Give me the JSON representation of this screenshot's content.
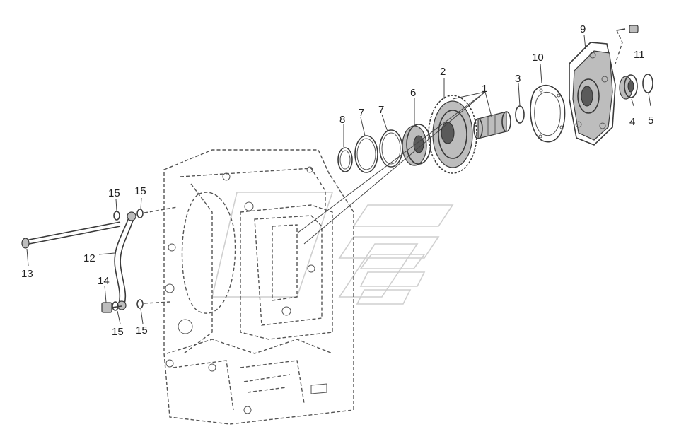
{
  "callouts": [
    {
      "id": "c1",
      "text": "1"
    },
    {
      "id": "c2",
      "text": "2"
    },
    {
      "id": "c3",
      "text": "3"
    },
    {
      "id": "c4",
      "text": "4"
    },
    {
      "id": "c5",
      "text": "5"
    },
    {
      "id": "c6",
      "text": "6"
    },
    {
      "id": "c7a",
      "text": "7"
    },
    {
      "id": "c7b",
      "text": "7"
    },
    {
      "id": "c8",
      "text": "8"
    },
    {
      "id": "c9",
      "text": "9"
    },
    {
      "id": "c10",
      "text": "10"
    },
    {
      "id": "c11",
      "text": "11"
    },
    {
      "id": "c12",
      "text": "12"
    },
    {
      "id": "c13",
      "text": "13"
    },
    {
      "id": "c14",
      "text": "14"
    },
    {
      "id": "c15a",
      "text": "15"
    },
    {
      "id": "c15b",
      "text": "15"
    },
    {
      "id": "c15c",
      "text": "15"
    },
    {
      "id": "c15d",
      "text": "15"
    }
  ]
}
